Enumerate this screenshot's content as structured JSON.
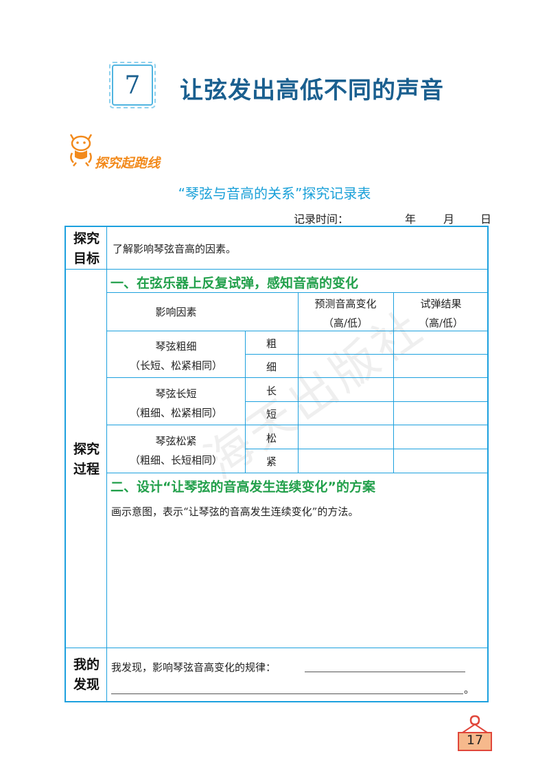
{
  "header": {
    "lesson_number": "7",
    "lesson_title": "让弦发出高低不同的声音"
  },
  "section": {
    "badge_label": "探究起跑线"
  },
  "record_table": {
    "title": "“琴弦与音高的关系”探究记录表",
    "record_time_label": "记录时间：",
    "year_label": "年",
    "month_label": "月",
    "day_label": "日",
    "goal_label": "探究目标",
    "goal_label_line1": "探究",
    "goal_label_line2": "目标",
    "goal_text": "了解影响琴弦音高的因素。",
    "process_label_line1": "探究",
    "process_label_line2": "过程",
    "part1_heading": "一、在弦乐器上反复试弹，感知音高的变化",
    "columns": {
      "factor": "影响因素",
      "predict": "预测音高变化",
      "predict_sub": "（高/低）",
      "result": "试弹结果",
      "result_sub": "（高/低）"
    },
    "factor_groups": [
      {
        "name": "琴弦粗细",
        "condition": "（长短、松紧相同）",
        "options": [
          "粗",
          "细"
        ]
      },
      {
        "name": "琴弦长短",
        "condition": "（粗细、松紧相同）",
        "options": [
          "长",
          "短"
        ]
      },
      {
        "name": "琴弦松紧",
        "condition": "（粗细、长短相同）",
        "options": [
          "松",
          "紧"
        ]
      }
    ],
    "part2_heading": "二、设计“让琴弦的音高发生连续变化”的方案",
    "part2_instruction": "画示意图，表示“让琴弦的音高发生连续变化”的方法。",
    "finding_label_line1": "我的",
    "finding_label_line2": "发现",
    "finding_prompt": "我发现，影响琴弦音高变化的规律：",
    "finding_end": "。"
  },
  "watermark": "海天出版社",
  "page_number": "17",
  "colors": {
    "title_blue": "#1a5f8f",
    "table_blue": "#1ba0de",
    "heading_green": "#22a04b",
    "badge_orange": "#f28a1c"
  }
}
